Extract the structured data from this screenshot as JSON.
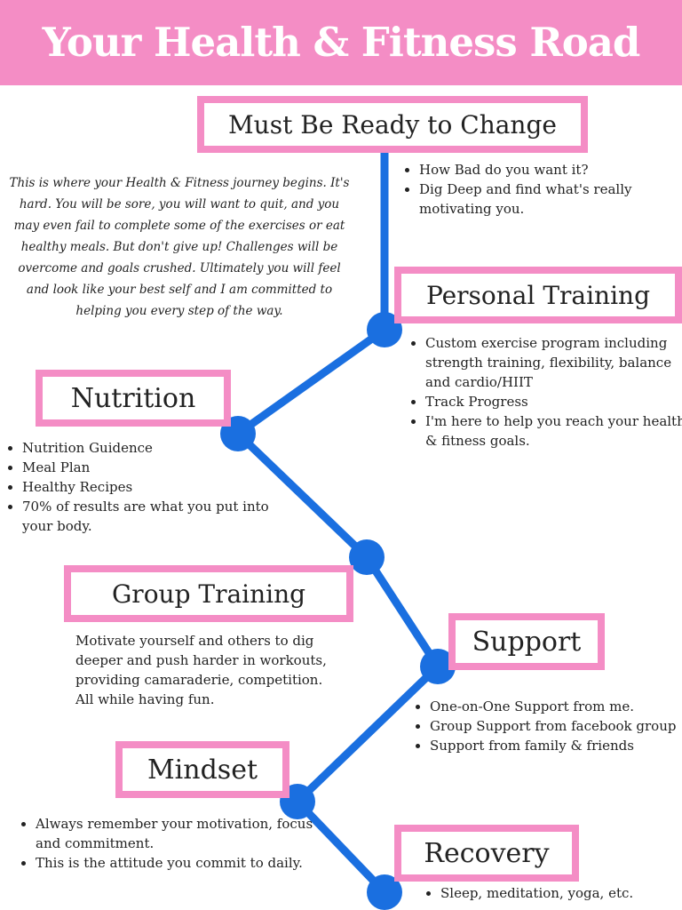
{
  "title": "Your Health & Fitness Road Map",
  "accent_color": "#f48dc5",
  "route_color": "#1a6fe0",
  "intro": "This is where your Health & Fitness journey begins. It's hard. You will be sore, you will want to quit, and you may even fail to complete some of the exercises or eat healthy meals. But don't give up! Challenges will be overcome and goals crushed. Ultimately you will feel and look like your best self and I am committed to helping you every step of the way.",
  "stages": {
    "change": {
      "title": "Must Be Ready to Change",
      "bullets": [
        "How Bad do you want it?",
        "Dig Deep and find what's really motivating you."
      ]
    },
    "personal": {
      "title": "Personal Training",
      "bullets": [
        "Custom exercise program including strength training, flexibility, balance and cardio/HIIT",
        "Track Progress",
        "I'm here to help you reach your health & fitness goals."
      ]
    },
    "nutrition": {
      "title": "Nutrition",
      "bullets": [
        "Nutrition Guidence",
        "Meal Plan",
        "Healthy Recipes",
        "70% of results are what you put into your body."
      ]
    },
    "group": {
      "title": "Group Training",
      "text": "Motivate yourself and others to dig deeper and push harder in workouts, providing camaraderie, competition. All while having fun."
    },
    "support": {
      "title": "Support",
      "bullets": [
        "One-on-One Support from me.",
        "Group Support from facebook group",
        "Support from family & friends"
      ]
    },
    "mindset": {
      "title": "Mindset",
      "bullets": [
        "Always remember your motivation, focus and commitment.",
        "This is the attitude you commit to daily."
      ]
    },
    "recovery": {
      "title": "Recovery",
      "bullets": [
        "Sleep, meditation, yoga, etc."
      ]
    }
  }
}
